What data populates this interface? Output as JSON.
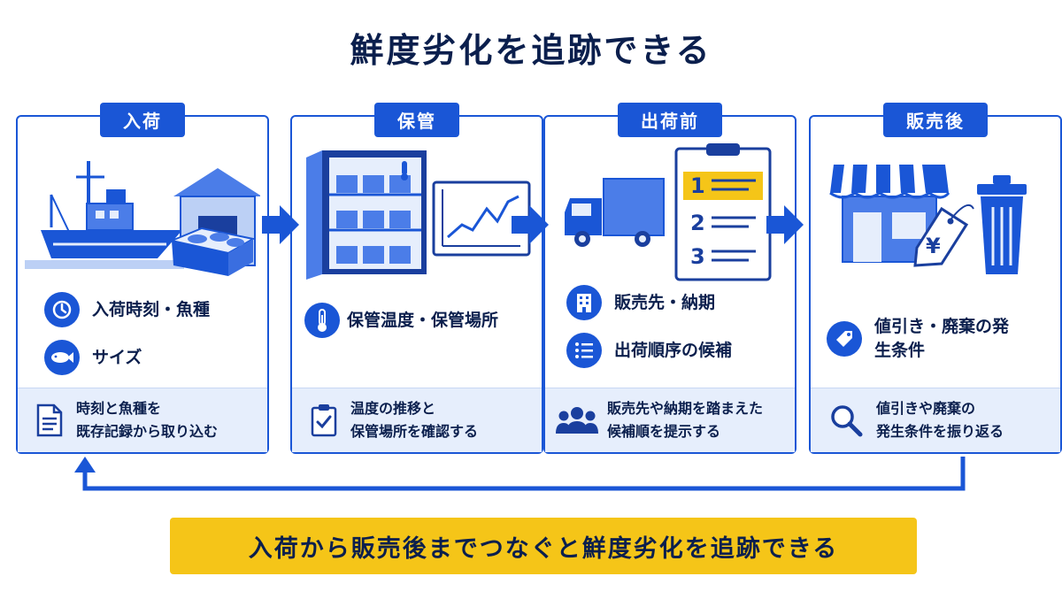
{
  "title": "鮮度劣化を追跡できる",
  "stages": [
    {
      "label": "入荷",
      "items": [
        "入荷時刻・魚種",
        "サイズ"
      ],
      "icons": [
        "clock-icon",
        "fish-icon"
      ],
      "footer_icon": "document-icon",
      "footer": [
        "時刻と魚種を",
        "既存記録から取り込む"
      ]
    },
    {
      "label": "保管",
      "items": [
        "保管温度・保管場所"
      ],
      "icons": [
        "thermometer-icon"
      ],
      "footer_icon": "clipboard-check-icon",
      "footer": [
        "温度の推移と",
        "保管場所を確認する"
      ]
    },
    {
      "label": "出荷前",
      "items": [
        "販売先・納期",
        "出荷順序の候補"
      ],
      "icons": [
        "building-icon",
        "list-icon"
      ],
      "footer_icon": "people-icon",
      "footer": [
        "販売先や納期を踏まえた",
        "候補順を提示する"
      ]
    },
    {
      "label": "販売後",
      "items": [
        "値引き・廃棄の発生条件"
      ],
      "icons": [
        "price-tag-icon"
      ],
      "footer_icon": "magnifier-icon",
      "footer": [
        "値引きや廃棄の",
        "発生条件を振り返る"
      ]
    }
  ],
  "checklist_numbers": [
    "1",
    "2",
    "3"
  ],
  "yen_symbol": "¥",
  "banner": "入荷から販売後までつなぐと鮮度劣化を追跡できる",
  "colors": {
    "primary": "#1a56d6",
    "dark_text": "#0b1f4d",
    "light_panel": "#e6eefc",
    "banner": "#f5c518"
  }
}
